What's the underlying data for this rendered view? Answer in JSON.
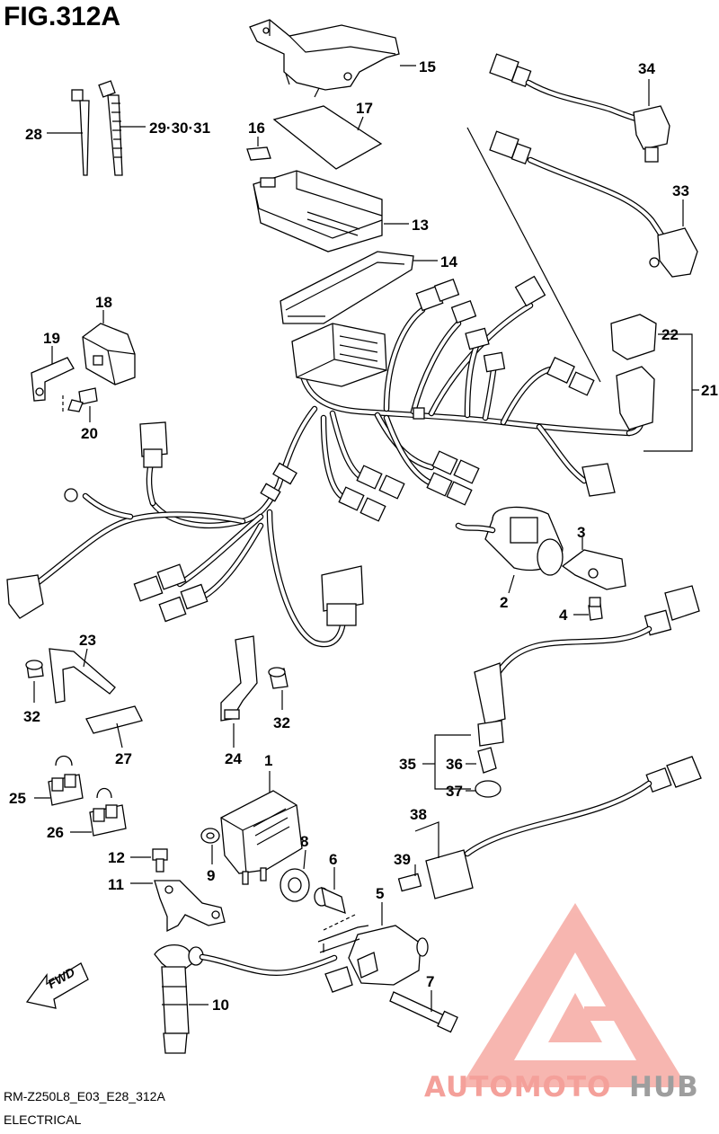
{
  "figure": {
    "title": "FIG.312A",
    "model_code": "RM-Z250L8_E03_E28_312A",
    "section": "ELECTRICAL"
  },
  "callouts": [
    {
      "id": "c1",
      "text": "1"
    },
    {
      "id": "c2",
      "text": "2"
    },
    {
      "id": "c3",
      "text": "3"
    },
    {
      "id": "c4",
      "text": "4"
    },
    {
      "id": "c5",
      "text": "5"
    },
    {
      "id": "c6",
      "text": "6"
    },
    {
      "id": "c7",
      "text": "7"
    },
    {
      "id": "c8",
      "text": "8"
    },
    {
      "id": "c9",
      "text": "9"
    },
    {
      "id": "c10",
      "text": "10"
    },
    {
      "id": "c11",
      "text": "11"
    },
    {
      "id": "c12",
      "text": "12"
    },
    {
      "id": "c13",
      "text": "13"
    },
    {
      "id": "c14",
      "text": "14"
    },
    {
      "id": "c15",
      "text": "15"
    },
    {
      "id": "c16",
      "text": "16"
    },
    {
      "id": "c17",
      "text": "17"
    },
    {
      "id": "c18",
      "text": "18"
    },
    {
      "id": "c19",
      "text": "19"
    },
    {
      "id": "c20",
      "text": "20"
    },
    {
      "id": "c21",
      "text": "21"
    },
    {
      "id": "c22",
      "text": "22"
    },
    {
      "id": "c23",
      "text": "23"
    },
    {
      "id": "c24",
      "text": "24"
    },
    {
      "id": "c25",
      "text": "25"
    },
    {
      "id": "c26",
      "text": "26"
    },
    {
      "id": "c27",
      "text": "27"
    },
    {
      "id": "c28",
      "text": "28"
    },
    {
      "id": "c29",
      "text": "29·30·31"
    },
    {
      "id": "c32a",
      "text": "32"
    },
    {
      "id": "c32b",
      "text": "32"
    },
    {
      "id": "c33",
      "text": "33"
    },
    {
      "id": "c34",
      "text": "34"
    },
    {
      "id": "c35",
      "text": "35"
    },
    {
      "id": "c36",
      "text": "36"
    },
    {
      "id": "c37",
      "text": "37"
    },
    {
      "id": "c38",
      "text": "38"
    },
    {
      "id": "c39",
      "text": "39"
    }
  ],
  "direction_label": "FWD",
  "watermark": {
    "part1": "AUTOMOTO",
    "part2": "HUB",
    "color_primary": "#f4a09a",
    "color_secondary": "#9e9e9e"
  }
}
